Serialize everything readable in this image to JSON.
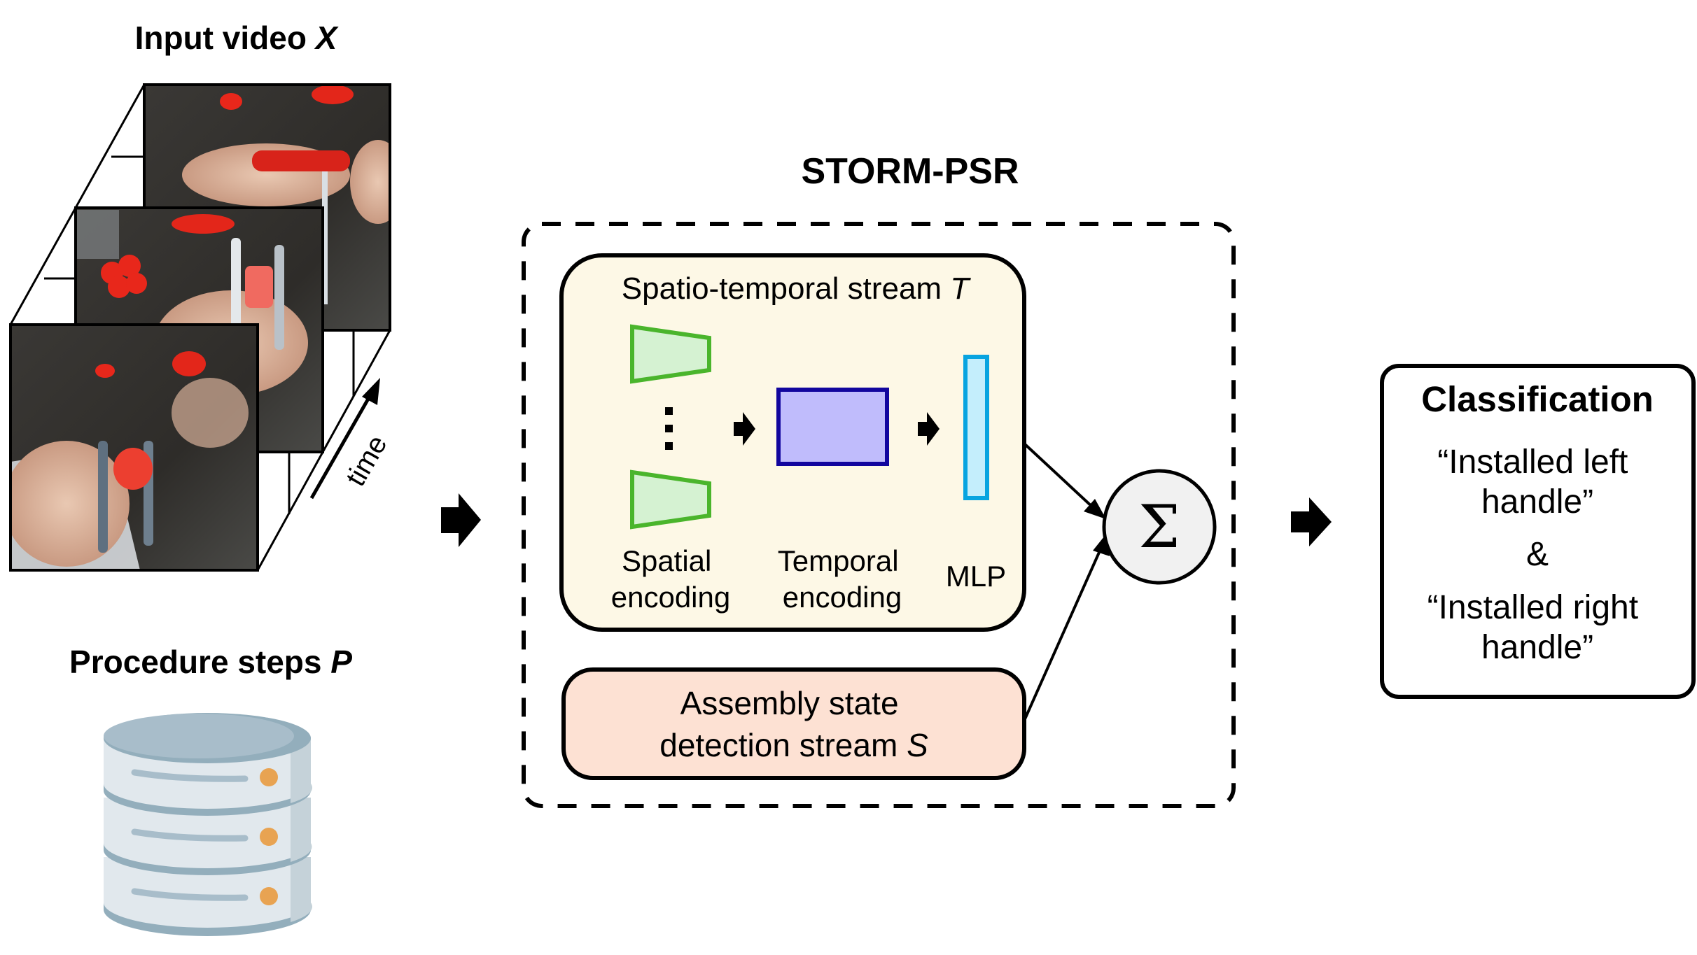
{
  "input_video": {
    "title": "Input video ",
    "title_var": "X",
    "time_label": "time",
    "frame_count_shown": 3
  },
  "procedure": {
    "title": "Procedure steps ",
    "title_var": "P",
    "icon": "database-icon"
  },
  "model": {
    "title": "STORM-PSR",
    "spatio_temporal_stream": {
      "title": "Spatio-temporal stream ",
      "title_var": "T",
      "spatial_label_1": "Spatial",
      "spatial_label_2": "encoding",
      "temporal_label_1": "Temporal",
      "temporal_label_2": "encoding",
      "mlp_label": "MLP",
      "ellipsis": "⋮"
    },
    "assembly_stream": {
      "line1": "Assembly state",
      "line2": "detection stream ",
      "line2_var": "S"
    },
    "fusion_symbol": "Σ"
  },
  "classification": {
    "title": "Classification",
    "result1_line1": "“Installed left",
    "result1_line2": "handle”",
    "conjunction": "&",
    "result2_line1": "“Installed right",
    "result2_line2": "handle”"
  },
  "colors": {
    "st_fill": "#fdf8e6",
    "as_fill": "#fde1d3",
    "trap_stroke": "#4ab52c",
    "trap_fill": "#d5f2d2",
    "temporal_stroke": "#12069e",
    "temporal_fill": "#c0bcfc",
    "mlp_stroke": "#08a4e0",
    "mlp_fill": "#c4eefc",
    "sigma_fill": "#f1f1f1",
    "db_top": "#a8bdca",
    "db_body": "#e1e8ed",
    "db_side": "#c5d2d9",
    "db_rim": "#93aebc",
    "db_led": "#e8a352"
  }
}
